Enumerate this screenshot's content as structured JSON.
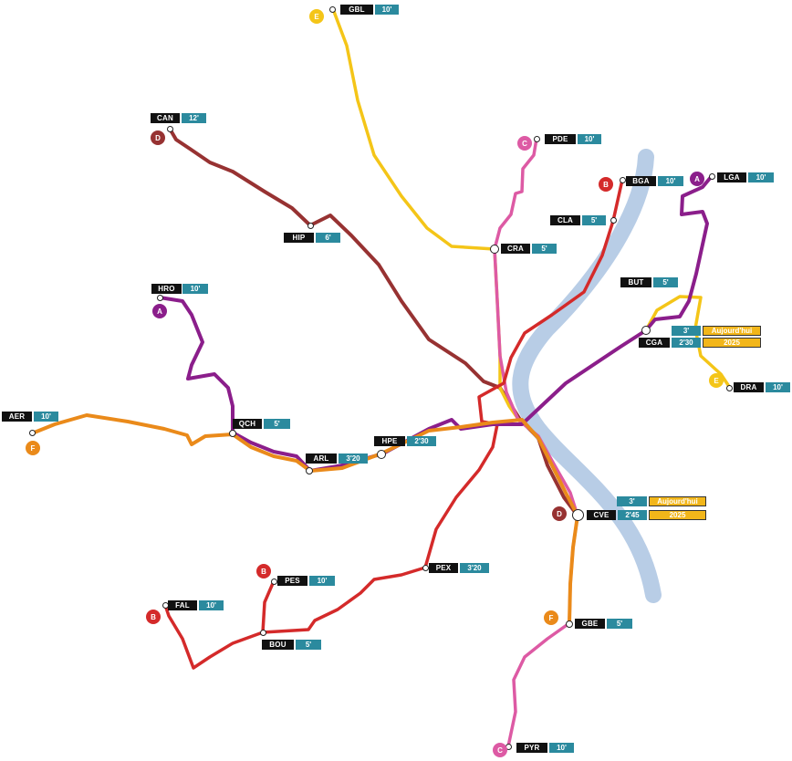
{
  "colors": {
    "river": "#b8cde6",
    "line_A": "#8b1e8b",
    "line_B": "#d42a2a",
    "line_C": "#dd5aa4",
    "line_D": "#973232",
    "line_E": "#f4c518",
    "line_F": "#ea8a1a",
    "time_box": "#2b8a9e",
    "today_box": "#f2b61a"
  },
  "lines": {
    "A": "A",
    "B": "B",
    "C": "C",
    "D": "D",
    "E": "E",
    "F": "F"
  },
  "stations": {
    "GBL": {
      "code": "GBL",
      "time": "10'"
    },
    "CAN": {
      "code": "CAN",
      "time": "12'"
    },
    "PDE": {
      "code": "PDE",
      "time": "10'"
    },
    "BGA": {
      "code": "BGA",
      "time": "10'"
    },
    "LGA": {
      "code": "LGA",
      "time": "10'"
    },
    "CLA": {
      "code": "CLA",
      "time": "5'"
    },
    "HIP": {
      "code": "HIP",
      "time": "6'"
    },
    "CRA": {
      "code": "CRA",
      "time": "5'"
    },
    "HRO": {
      "code": "HRO",
      "time": "10'"
    },
    "BUT": {
      "code": "BUT",
      "time": "5'"
    },
    "CGA": {
      "code": "CGA",
      "time": "2'30",
      "today_time": "3'",
      "today_label": "Aujourd'hui",
      "year_label": "2025"
    },
    "DRA": {
      "code": "DRA",
      "time": "10'"
    },
    "AER": {
      "code": "AER",
      "time": "10'"
    },
    "QCH": {
      "code": "QCH",
      "time": "5'"
    },
    "HPE": {
      "code": "HPE",
      "time": "2'30"
    },
    "ARL": {
      "code": "ARL",
      "time": "3'20"
    },
    "CVE": {
      "code": "CVE",
      "time": "2'45",
      "today_time": "3'",
      "today_label": "Aujourd'hui",
      "year_label": "2025"
    },
    "PEX": {
      "code": "PEX",
      "time": "3'20"
    },
    "PES": {
      "code": "PES",
      "time": "10'"
    },
    "FAL": {
      "code": "FAL",
      "time": "10'"
    },
    "BOU": {
      "code": "BOU",
      "time": "5'"
    },
    "GBE": {
      "code": "GBE",
      "time": "5'"
    },
    "PYR": {
      "code": "PYR",
      "time": "10'"
    }
  }
}
